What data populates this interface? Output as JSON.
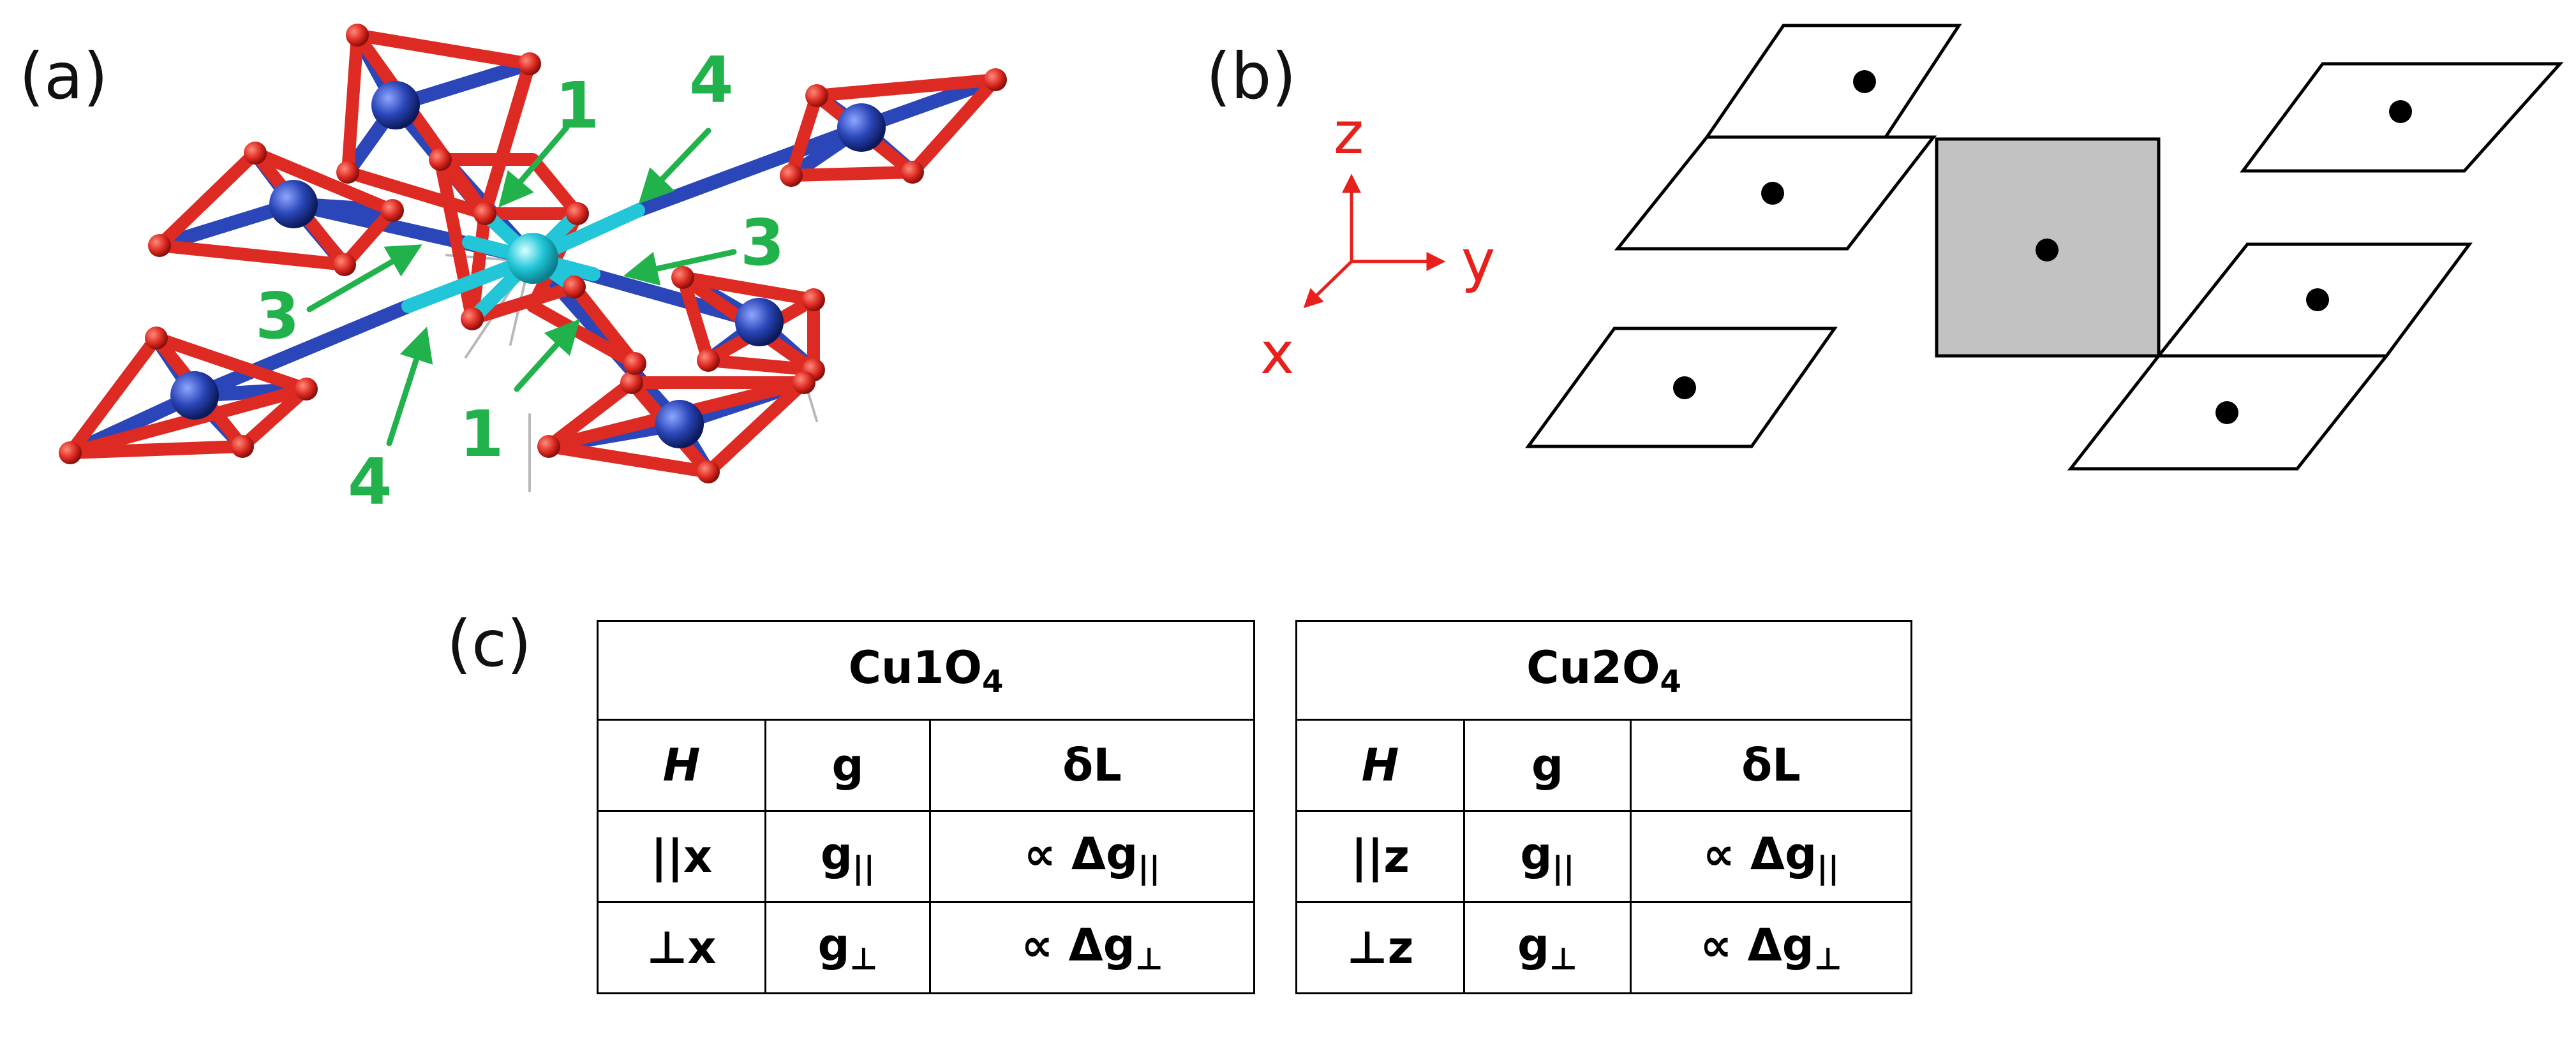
{
  "panels": {
    "a": {
      "label": "(a)",
      "arrow_labels": [
        "1",
        "4",
        "3",
        "3",
        "1",
        "4"
      ]
    },
    "b": {
      "label": "(b)",
      "axes": {
        "z": "z",
        "y": "y",
        "x": "x"
      }
    },
    "c": {
      "label": "(c)"
    }
  },
  "colors": {
    "oxygen": "#dd2a22",
    "cu_blue": "#2244aa",
    "cu_center": "#22c6d8",
    "arrow_green": "#21b24b",
    "axis_red": "#e8201c",
    "gray_plaquette": "#c2c2c2"
  },
  "tables": [
    {
      "title_main": "Cu1O",
      "title_sub": "4",
      "headers": [
        "H",
        "g",
        "δL"
      ],
      "rows": [
        {
          "h": "||x",
          "g_main": "g",
          "g_sub": "||",
          "dl_main": "∝  Δg",
          "dl_sub": "||"
        },
        {
          "h": "⊥x",
          "g_main": "g",
          "g_sub": "⊥",
          "dl_main": "∝  Δg",
          "dl_sub": "⊥"
        }
      ]
    },
    {
      "title_main": "Cu2O",
      "title_sub": "4",
      "headers": [
        "H",
        "g",
        "δL"
      ],
      "rows": [
        {
          "h": "||z",
          "g_main": "g",
          "g_sub": "||",
          "dl_main": "∝  Δg",
          "dl_sub": "||"
        },
        {
          "h": "⊥z",
          "g_main": "g",
          "g_sub": "⊥",
          "dl_main": "∝  Δg",
          "dl_sub": "⊥"
        }
      ]
    }
  ]
}
